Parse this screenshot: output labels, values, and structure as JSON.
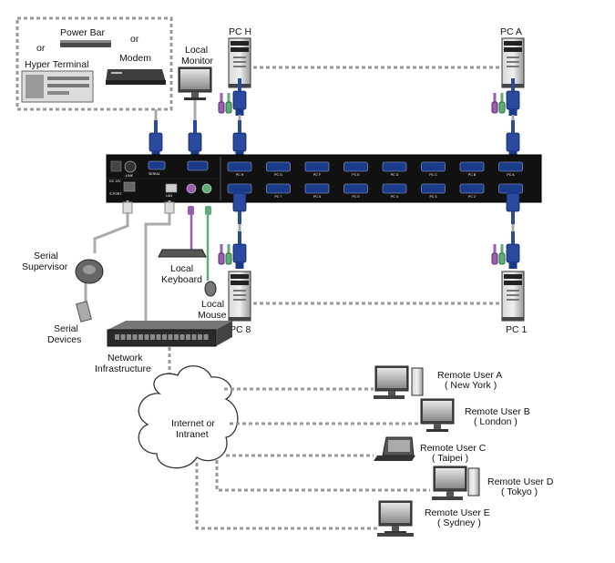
{
  "serial_options": {
    "power_bar": "Power Bar",
    "or_1": "or",
    "or_2": "or",
    "hyper_terminal": "Hyper Terminal",
    "modem": "Modem"
  },
  "local_monitor": [
    "Local",
    "Monitor"
  ],
  "pcs": {
    "pc_h": "PC H",
    "pc_a": "PC A",
    "pc_8": "PC 8",
    "pc_1": "PC 1"
  },
  "kvm_unit": {
    "link": "LINK",
    "serial": "SERIAL",
    "lan": "LAN",
    "dc": "DC 12V",
    "sport": "S-PORT",
    "top_ports": [
      "PC H",
      "PC G",
      "PC F",
      "PC E",
      "PC D",
      "PC C",
      "PC B",
      "PC A"
    ],
    "bottom_ports": [
      "PC 8",
      "PC 7",
      "PC 6",
      "PC 5",
      "PC 4",
      "PC 3",
      "PC 2",
      "PC 1"
    ]
  },
  "serial_supervisor": [
    "Serial",
    "Supervisor"
  ],
  "serial_devices": [
    "Serial",
    "Devices"
  ],
  "local_keyboard": [
    "Local",
    "Keyboard"
  ],
  "local_mouse": [
    "Local",
    "Mouse"
  ],
  "network_infrastructure": [
    "Network",
    "Infrastructure"
  ],
  "cloud": [
    "Internet or",
    "Intranet"
  ],
  "remote_users": [
    {
      "name": "Remote User A",
      "city": "( New York )"
    },
    {
      "name": "Remote User B",
      "city": "( London )"
    },
    {
      "name": "Remote User C",
      "city": "( Taipei )"
    },
    {
      "name": "Remote User D",
      "city": "( Tokyo )"
    },
    {
      "name": "Remote User E",
      "city": "( Sydney )"
    }
  ],
  "colors": {
    "vga_connector": "#2a4aa0",
    "ps2_purple": "#9a5fb0",
    "ps2_green": "#5fae7a",
    "dash_line": "#999999",
    "kvm_body": "#111111"
  }
}
